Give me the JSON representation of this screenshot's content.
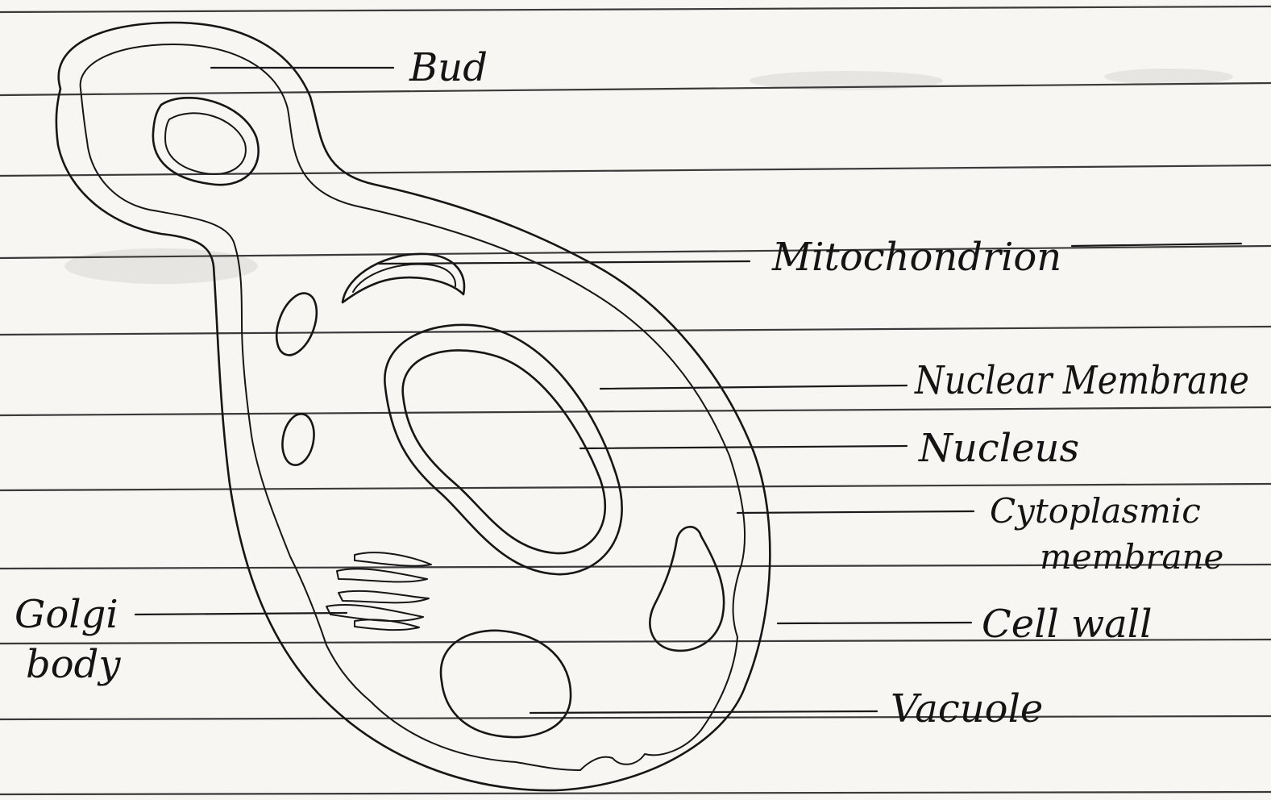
{
  "diagram": {
    "structures": [
      "bud",
      "mitochondrion",
      "nucleus",
      "nuclear-membrane",
      "vacuole",
      "golgi-body",
      "cytoplasmic-membrane",
      "cell-wall"
    ]
  },
  "labels": {
    "bud": "Bud",
    "mitochondrion": "Mitochondrion",
    "nuclear_membrane": "Nuclear Membrane",
    "nucleus": "Nucleus",
    "cytoplasmic_membrane_line1": "Cytoplasmic",
    "cytoplasmic_membrane_line2": "membrane",
    "cell_wall": "Cell wall",
    "vacuole": "Vacuole",
    "golgi_line1": "Golgi",
    "golgi_line2": "body"
  },
  "colors": {
    "paper": "#f7f6f3",
    "ink": "#161616",
    "rule": "#3a3a3a"
  }
}
